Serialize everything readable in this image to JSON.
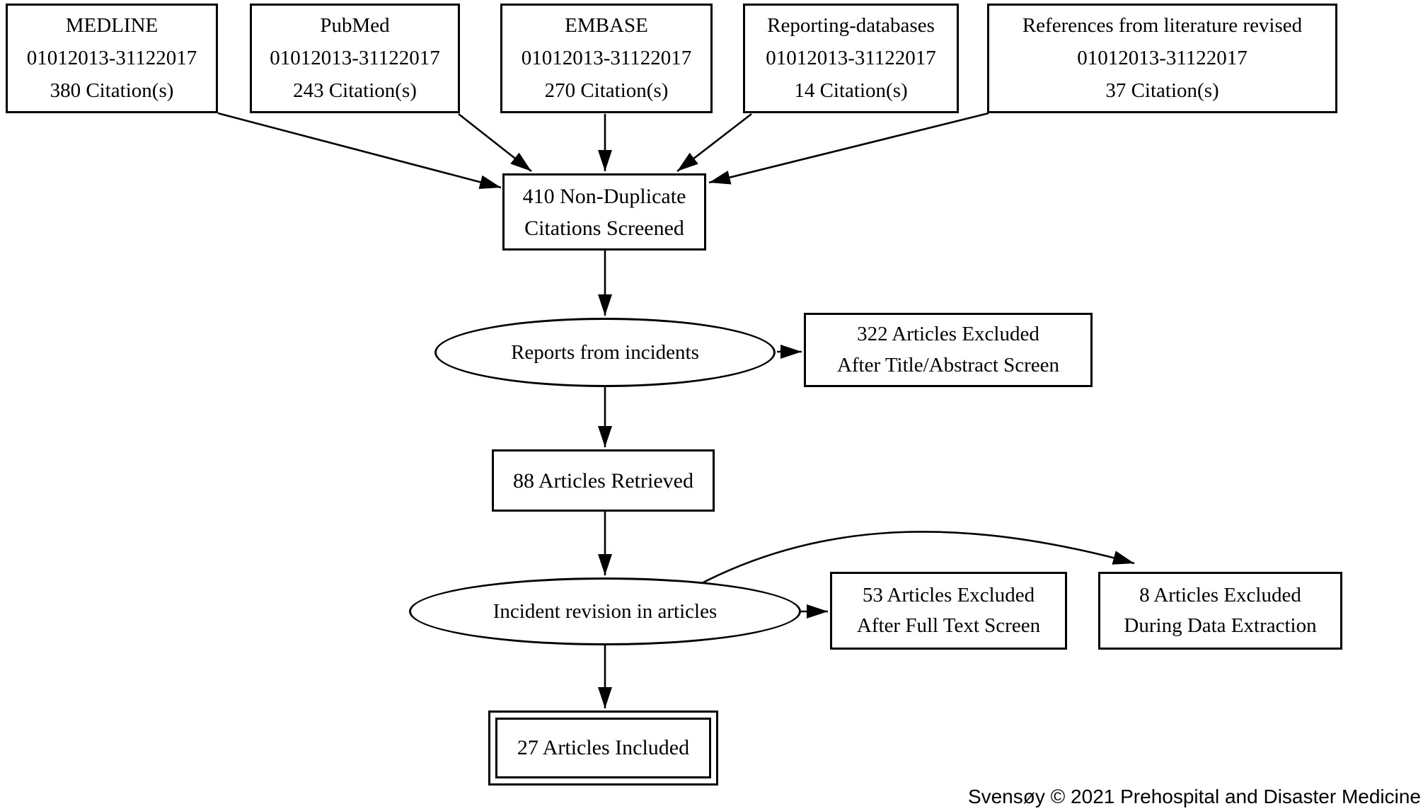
{
  "colors": {
    "stroke": "#000000",
    "background": "#ffffff",
    "text": "#000000"
  },
  "sources": [
    {
      "name": "MEDLINE",
      "date_range": "01012013-31122017",
      "citations": "380 Citation(s)"
    },
    {
      "name": "PubMed",
      "date_range": "01012013-31122017",
      "citations": "243 Citation(s)"
    },
    {
      "name": "EMBASE",
      "date_range": "01012013-31122017",
      "citations": "270 Citation(s)"
    },
    {
      "name": "Reporting-databases",
      "date_range": "01012013-31122017",
      "citations": "14 Citation(s)"
    },
    {
      "name": "References from literature revised",
      "date_range": "01012013-31122017",
      "citations": "37 Citation(s)"
    }
  ],
  "screening": {
    "line1": "410 Non-Duplicate",
    "line2": "Citations Screened"
  },
  "decision_reports": {
    "label": "Reports from incidents"
  },
  "excluded_title_abstract": {
    "line1": "322 Articles Excluded",
    "line2": "After Title/Abstract Screen"
  },
  "retrieved": {
    "label": "88 Articles Retrieved"
  },
  "decision_incident_revision": {
    "label": "Incident revision in articles"
  },
  "excluded_full_text": {
    "line1": "53 Articles Excluded",
    "line2": "After Full Text Screen"
  },
  "excluded_data_extraction": {
    "line1": "8 Articles Excluded",
    "line2": "During Data Extraction"
  },
  "included": {
    "label": "27 Articles Included"
  },
  "credit": "Svensøy © 2021 Prehospital and Disaster Medicine"
}
